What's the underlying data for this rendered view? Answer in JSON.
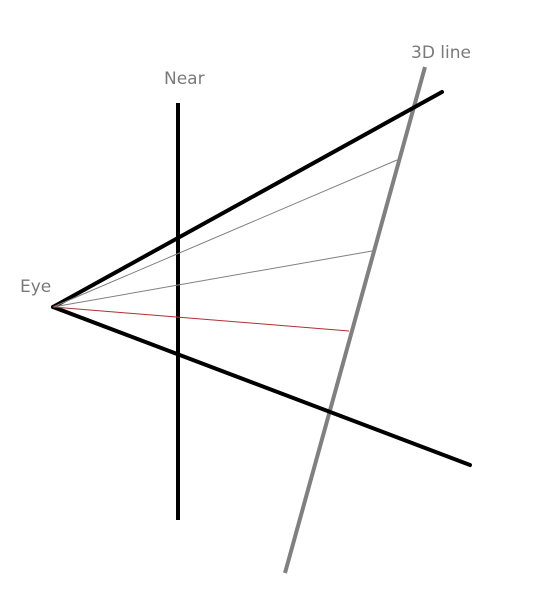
{
  "labels": {
    "near": "Near",
    "line3d": "3D line",
    "eye": "Eye"
  },
  "colors": {
    "background": "#ffffff",
    "frustum": "#000000",
    "near_plane": "#000000",
    "line3d": "#808080",
    "ray": "#808080",
    "highlight_ray": "#b03030",
    "label": "#7a7a7a"
  }
}
